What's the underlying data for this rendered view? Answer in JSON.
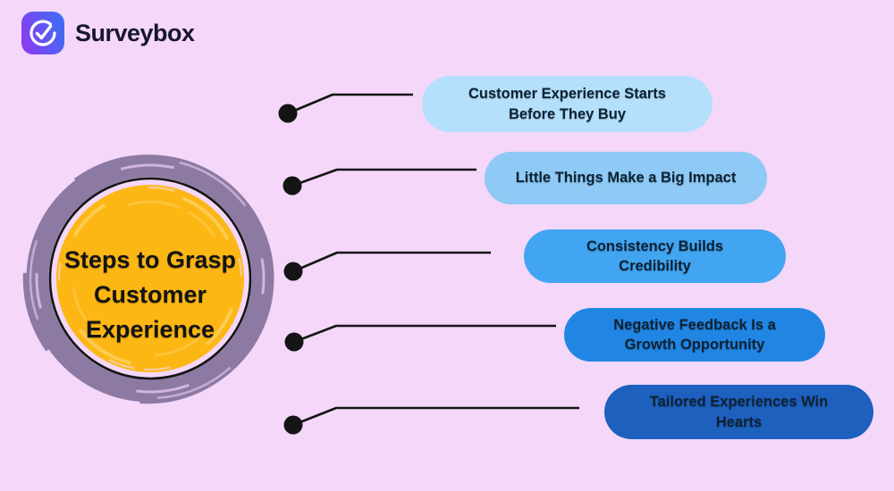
{
  "background_color": "#f4d7f9",
  "brand": {
    "name": "Surveybox",
    "text_color": "#17172e",
    "logo_gradient_start": "#8b3cf0",
    "logo_gradient_end": "#3e6cf5",
    "logo_icon": "check-circle-icon"
  },
  "center": {
    "title": "Steps to Grasp Customer Experience",
    "title_lines": [
      "Steps to Grasp",
      "Customer",
      "Experience"
    ],
    "circle_fill": "#fcb714",
    "circle_highlight": "#fdd060",
    "ring_color": "#8d7aa3",
    "outline_color": "#151515",
    "text_color": "#141414"
  },
  "connectors": {
    "line_color": "#141414",
    "dot_color": "#141414"
  },
  "steps": [
    {
      "label": "Customer Experience Starts Before They Buy",
      "color": "#b5e0fb",
      "text_color": "#0e2235"
    },
    {
      "label": "Little Things Make a Big Impact",
      "color": "#8ecaf5",
      "text_color": "#0e2235"
    },
    {
      "label": "Consistency Builds Credibility",
      "color": "#42a5f1",
      "text_color": "#0e2235"
    },
    {
      "label": "Negative Feedback Is a Growth Opportunity",
      "color": "#2186e3",
      "text_color": "#0e2235"
    },
    {
      "label": "Tailored Experiences Win Hearts",
      "color": "#1d60be",
      "text_color": "#0e2235"
    }
  ]
}
